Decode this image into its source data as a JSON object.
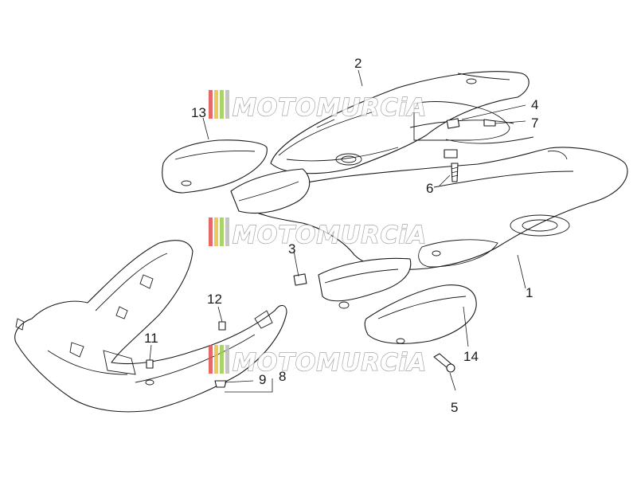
{
  "watermark": {
    "text": "MOTOMURCiA",
    "stripe_colors": [
      "#e05050",
      "#e8c040",
      "#9ccc50",
      "#8a8a8a"
    ]
  },
  "callouts": [
    {
      "id": "label-1",
      "text": "1"
    },
    {
      "id": "label-2",
      "text": "2"
    },
    {
      "id": "label-3",
      "text": "3"
    },
    {
      "id": "label-4",
      "text": "4"
    },
    {
      "id": "label-5",
      "text": "5"
    },
    {
      "id": "label-6",
      "text": "6"
    },
    {
      "id": "label-7",
      "text": "7"
    },
    {
      "id": "label-8",
      "text": "8"
    },
    {
      "id": "label-9",
      "text": "9"
    },
    {
      "id": "label-11",
      "text": "11"
    },
    {
      "id": "label-12",
      "text": "12"
    },
    {
      "id": "label-13",
      "text": "13"
    },
    {
      "id": "label-14",
      "text": "14"
    }
  ]
}
